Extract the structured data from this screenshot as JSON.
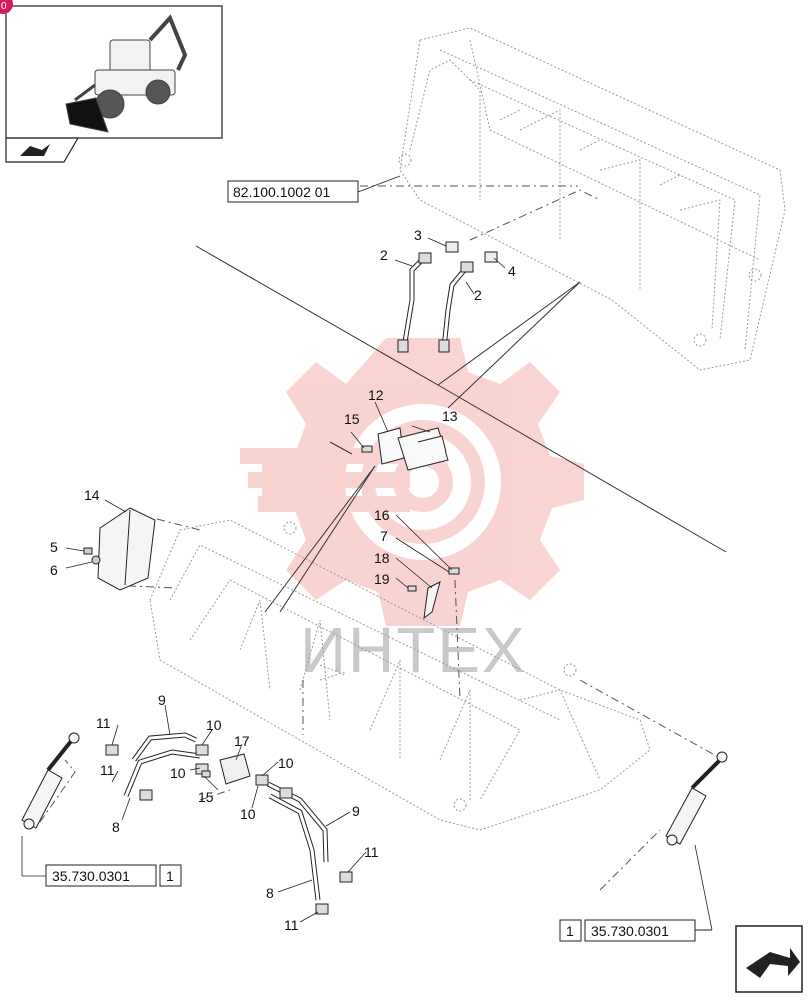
{
  "thumbnail": {
    "badge": "0"
  },
  "refs": {
    "top": "82.100.1002 01",
    "left_ref": "35.730.0301",
    "left_box": "1",
    "right_box": "1",
    "right_ref": "35.730.0301"
  },
  "labels": {
    "l2a": "2",
    "l2b": "2",
    "l3": "3",
    "l4": "4",
    "l12": "12",
    "l13": "13",
    "l14": "14",
    "l15a": "15",
    "l5": "5",
    "l6": "6",
    "l16": "16",
    "l7": "7",
    "l18": "18",
    "l19": "19",
    "l9a": "9",
    "l11a": "11",
    "l11b": "11",
    "l8a": "8",
    "l10a": "10",
    "l10b": "10",
    "l17": "17",
    "l15b": "15",
    "l10c": "10",
    "l10d": "10",
    "l9b": "9",
    "l11c": "11",
    "l8b": "8",
    "l11d": "11"
  },
  "watermark": {
    "text": "ИНТЕХ"
  },
  "icon_names": [
    "page-flip-icon",
    "next-page-icon",
    "gear-watermark-icon"
  ]
}
